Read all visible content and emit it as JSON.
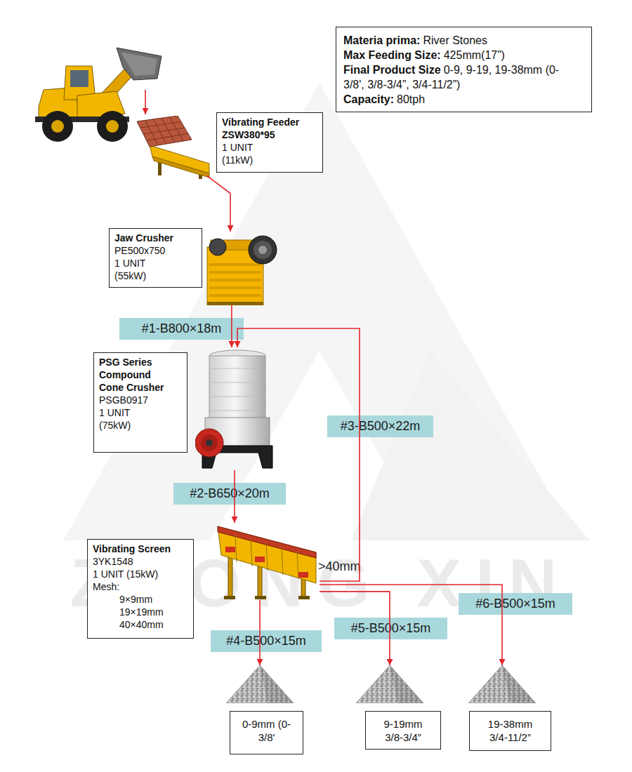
{
  "diagram": {
    "nodes": [
      {
        "text": [
          "Materia prima:",
          "River Stones",
          "Max Feeding Size:",
          "425mm(17”)",
          "Final Product Size",
          "0-9, 9-19, 19-38mm (0-3/8', 3/8-3/4”, 3/4-11/2”)",
          "Capacity:",
          "80tph"
        ]
      },
      {
        "text": [
          "Vibrating Feeder",
          "ZSW380*95",
          "1 UNIT",
          "(11kW)"
        ]
      },
      {
        "text": [
          "Jaw Crusher",
          "PE500x750",
          "1 UNIT",
          "(55kW)"
        ]
      },
      {
        "text": [
          "PSG Series Compound Cone Crusher",
          "PSGB0917",
          "1 UNIT",
          "(75kW)"
        ]
      },
      {
        "text": [
          "Vibrating Screen",
          "3YK1548",
          "1 UNIT (15kW)",
          "Mesh:",
          "9×9mm",
          "19×19mm",
          "40×40mm"
        ]
      },
      {
        "text": [
          "0-9mm (0-3/8'"
        ]
      },
      {
        "text": [
          "9-19mm 3/8-3/4”"
        ]
      },
      {
        "text": [
          "19-38mm 3/4-11/2”"
        ]
      }
    ],
    "edges": [
      {
        "from": 1,
        "to": 2,
        "arrow": "to"
      },
      {
        "from": 2,
        "to": 3,
        "label": "#1-B800×18m",
        "arrow": "to"
      },
      {
        "from": 3,
        "to": 4,
        "label": "#2-B650×20m",
        "arrow": "to"
      },
      {
        "from": 4,
        "to": 3,
        "label": "#3-B500×22m",
        "arrow": "to"
      },
      {
        "from": 4,
        "to": 5,
        "label": "#4-B500×15m",
        "arrow": "to"
      },
      {
        "from": 4,
        "to": 6,
        "label": "#5-B500×15m",
        "arrow": "to"
      },
      {
        "from": 4,
        "to": 7,
        "label": "#6-B500×15m",
        "arrow": "to"
      }
    ],
    "labels": [
      ">40mm",
      "ZHONG XIN"
    ]
  }
}
